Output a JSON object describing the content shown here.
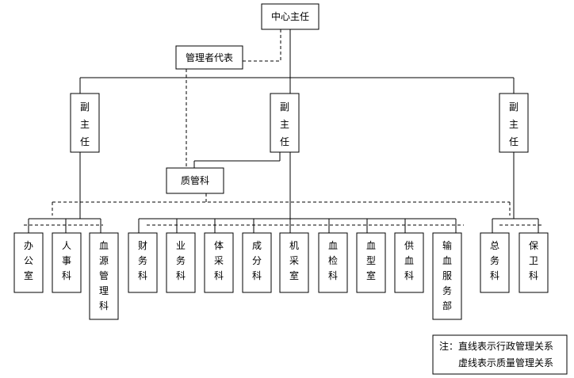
{
  "org": {
    "director": "中心主任",
    "mgmt_rep": "管理者代表",
    "deputy_left": [
      "副",
      "主",
      "任"
    ],
    "deputy_mid": [
      "副",
      "主",
      "任"
    ],
    "deputy_right": [
      "副",
      "主",
      "任"
    ],
    "quality_dept": "质管科",
    "departments": [
      [
        "办",
        "公",
        "室"
      ],
      [
        "人",
        "事",
        "科"
      ],
      [
        "血",
        "源",
        "管",
        "理",
        "科"
      ],
      [
        "财",
        "务",
        "科"
      ],
      [
        "业",
        "务",
        "科"
      ],
      [
        "体",
        "采",
        "科"
      ],
      [
        "成",
        "分",
        "科"
      ],
      [
        "机",
        "采",
        "室"
      ],
      [
        "血",
        "检",
        "科"
      ],
      [
        "血",
        "型",
        "室"
      ],
      [
        "供",
        "血",
        "科"
      ],
      [
        "输",
        "血",
        "服",
        "务",
        "部"
      ],
      [
        "总",
        "务",
        "科"
      ],
      [
        "保",
        "卫",
        "科"
      ]
    ]
  },
  "note": {
    "line1": "注：直线表示行政管理关系",
    "line2": "虚线表示质量管理关系"
  }
}
